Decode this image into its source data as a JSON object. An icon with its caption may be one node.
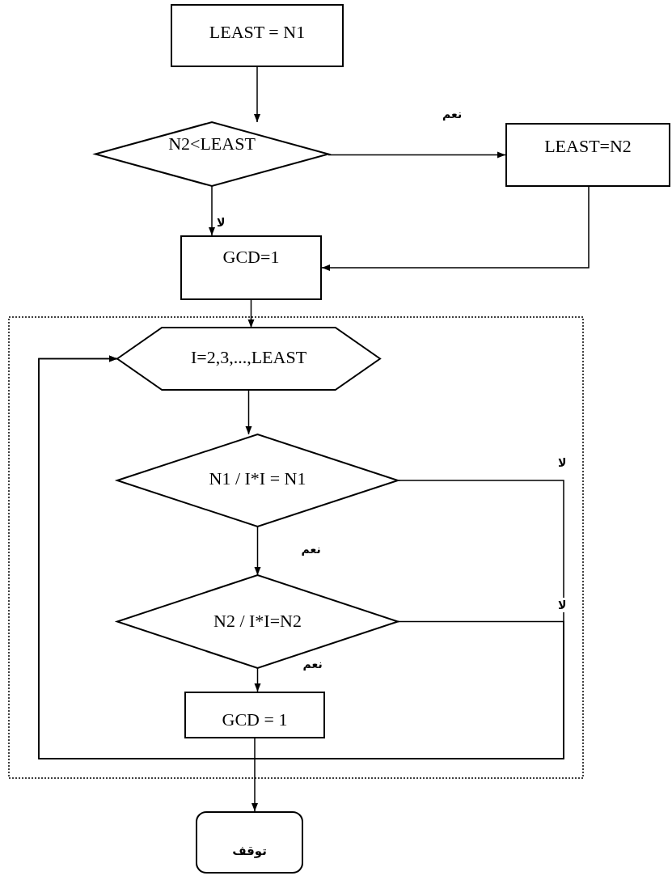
{
  "diagram": {
    "nodes": [
      {
        "text": [
          "LEAST = N1"
        ]
      },
      {
        "text": [
          "N2<LEAST"
        ]
      },
      {
        "text": [
          "LEAST=N2"
        ]
      },
      {
        "text": [
          "GCD=1"
        ]
      },
      {
        "text": [],
        "shape": "box"
      },
      {
        "text": [
          "I=2,3,...,LEAST"
        ],
        "in": 4
      },
      {
        "text": [
          "N1 / I*I = N1"
        ],
        "in": 4
      },
      {
        "text": [
          "N2 / I*I=N2"
        ],
        "in": 4
      },
      {
        "text": [
          "GCD = 1"
        ],
        "in": 4
      },
      {
        "text": [
          "توقف"
        ]
      }
    ],
    "edges": [
      {
        "from": 0,
        "to": 1,
        "arrow": "to"
      },
      {
        "from": 1,
        "to": 2,
        "arrow": "to",
        "label": "نعم"
      },
      {
        "from": 1,
        "to": 3,
        "arrow": "to",
        "label": "لا"
      },
      {
        "from": 2,
        "to": 3,
        "arrow": "to"
      },
      {
        "from": 3,
        "to": 5,
        "arrow": "to"
      },
      {
        "from": 5,
        "to": 6,
        "arrow": "to"
      },
      {
        "from": 6,
        "to": 7,
        "arrow": "to",
        "label": "نعم"
      },
      {
        "from": 7,
        "to": 8,
        "arrow": "to",
        "label": "نعم"
      },
      {
        "from": 8,
        "to": 9,
        "arrow": "to"
      },
      {
        "from": 6,
        "to": 5,
        "arrow": "to",
        "label": "لا"
      },
      {
        "from": 7,
        "to": 5,
        "arrow": "to",
        "label": "لا"
      }
    ]
  }
}
